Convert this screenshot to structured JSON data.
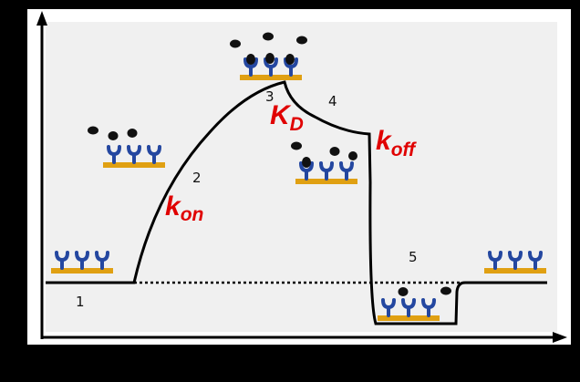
{
  "stages": [
    "1",
    "2",
    "3",
    "4",
    "5"
  ],
  "rates": {
    "kon": {
      "main": "k",
      "sub": "on"
    },
    "KD": {
      "main": "K",
      "sub": "D"
    },
    "koff": {
      "main": "k",
      "sub": "off"
    }
  },
  "colors": {
    "antibody": "#2447a0",
    "surface": "#e0a012",
    "analyte": "#111111",
    "rate_label": "#e00000",
    "curve": "#000000"
  }
}
